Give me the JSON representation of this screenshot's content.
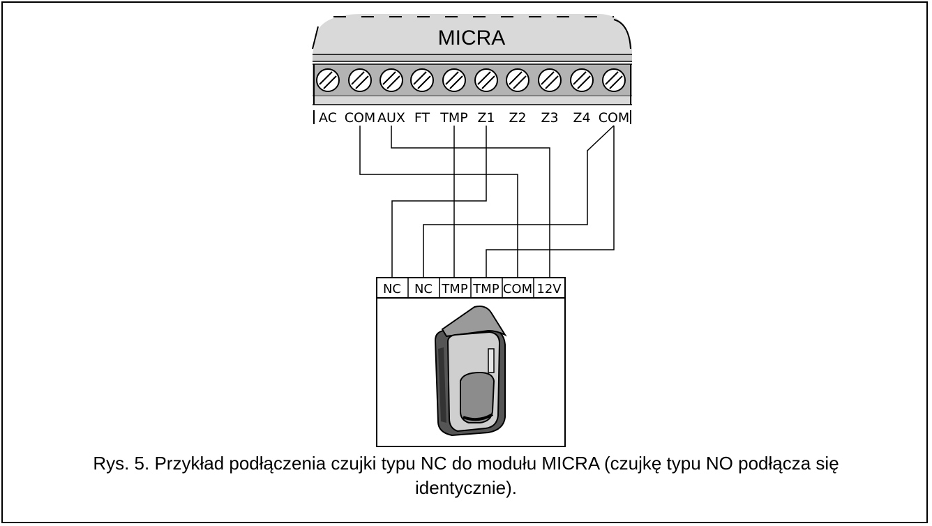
{
  "module": {
    "name": "MICRA",
    "terminals": [
      "AC",
      "COM",
      "AUX",
      "FT",
      "TMP",
      "Z1",
      "Z2",
      "Z3",
      "Z4",
      "COM"
    ]
  },
  "detector": {
    "terminals": [
      "NC",
      "NC",
      "TMP",
      "TMP",
      "COM",
      "12V"
    ]
  },
  "caption": {
    "line1": "Rys. 5. Przykład podłączenia czujki typu NC do modułu MICRA (czujkę typu NO podłącza się",
    "line2": "identycznie)."
  },
  "colors": {
    "line": "#000000",
    "module_housing": "#d9d9d9",
    "terminal_strip": "#b3b3b3",
    "background": "#ffffff"
  }
}
